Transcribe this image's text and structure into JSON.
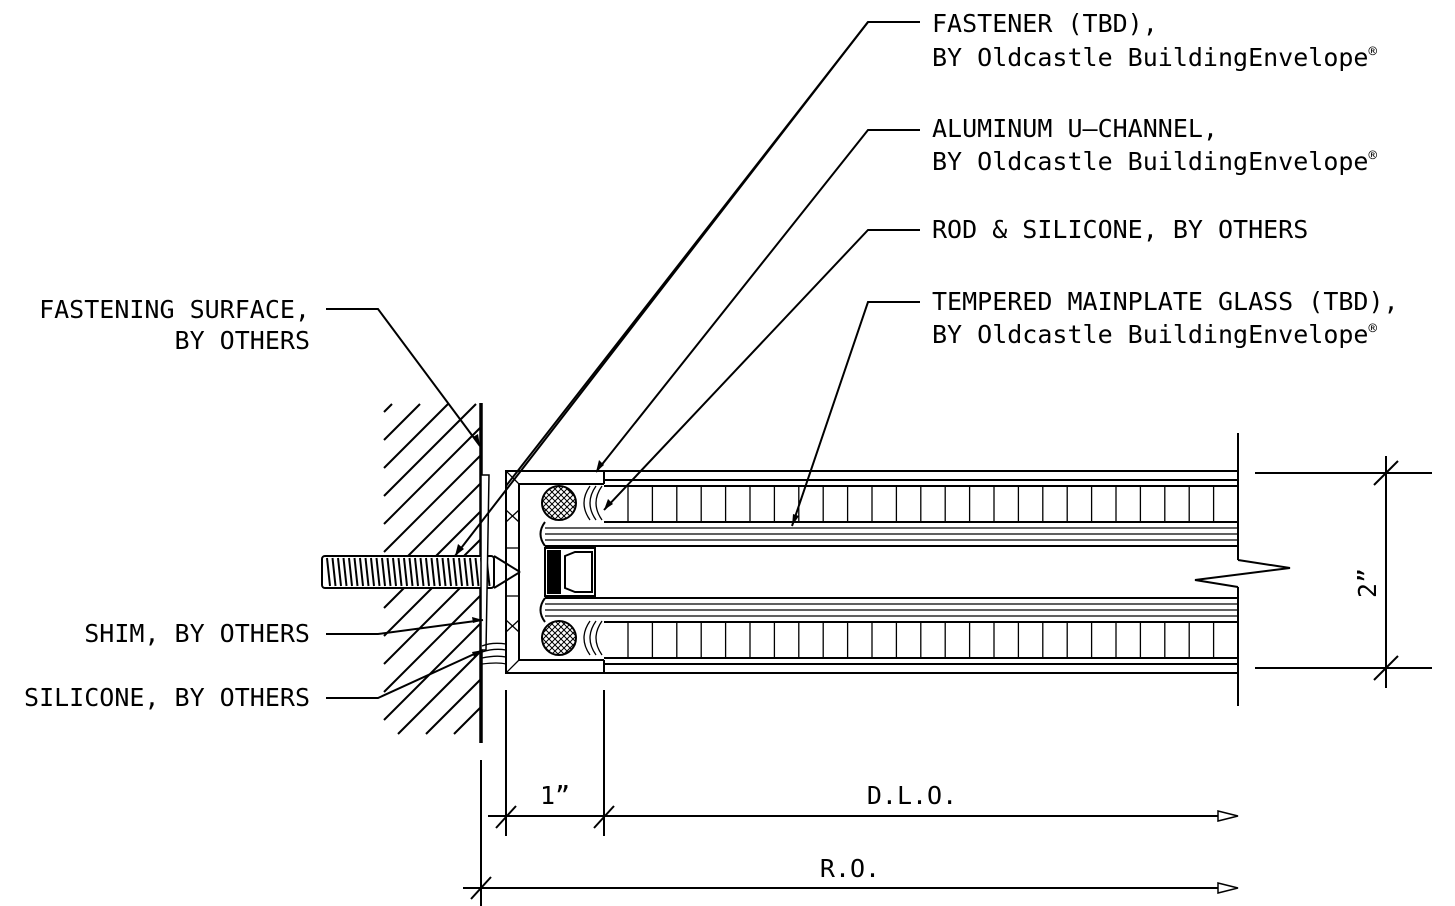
{
  "callouts": {
    "fastener": {
      "line1": "FASTENER (TBD),",
      "line2": "BY Oldcastle BuildingEnvelope",
      "mark": "®"
    },
    "u_channel": {
      "line1": "ALUMINUM U—CHANNEL,",
      "line2": "BY Oldcastle BuildingEnvelope",
      "mark": "®"
    },
    "rod_silicone": {
      "line1": "ROD & SILICONE, BY OTHERS"
    },
    "glass": {
      "line1": "TEMPERED MAINPLATE GLASS (TBD),",
      "line2": "BY Oldcastle BuildingEnvelope",
      "mark": "®"
    },
    "fastening_surface": {
      "line1": "FASTENING SURFACE,",
      "line2": "BY OTHERS"
    },
    "shim": {
      "line1": "SHIM, BY OTHERS"
    },
    "silicone": {
      "line1": "SILICONE, BY OTHERS"
    }
  },
  "dimensions": {
    "edge": "1”",
    "dlo": "D.L.O.",
    "ro": "R.O.",
    "thickness": "2”"
  }
}
